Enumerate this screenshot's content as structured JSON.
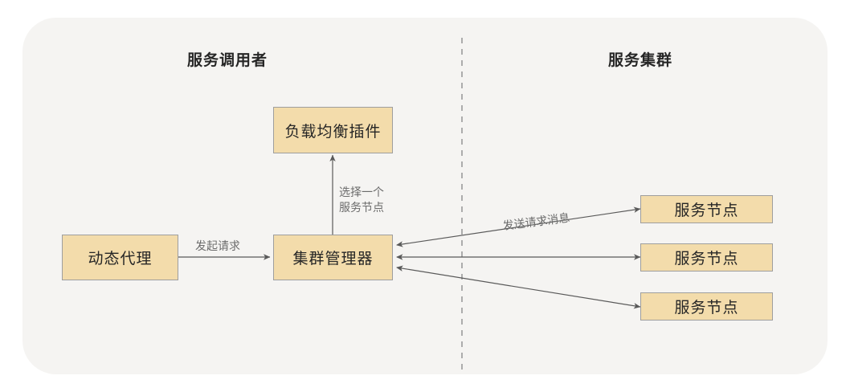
{
  "diagram": {
    "title_left": "服务调用者",
    "title_right": "服务集群",
    "colors": {
      "panel_bg": "#f5f4f2",
      "box_fill": "#f3dcab",
      "box_stroke": "#9e9e9e",
      "connector": "#595959",
      "divider": "#9a9a9a",
      "text": "#262626",
      "label_text": "#6b6b6b"
    },
    "nodes": {
      "load_balancer": "负载均衡插件",
      "dynamic_proxy": "动态代理",
      "cluster_manager": "集群管理器",
      "service_node_1": "服务节点",
      "service_node_2": "服务节点",
      "service_node_3": "服务节点"
    },
    "labels": {
      "initiate_request": "发起请求",
      "select_node_line1": "选择一个",
      "select_node_line2": "服务节点",
      "send_request_message": "发送请求消息"
    }
  }
}
